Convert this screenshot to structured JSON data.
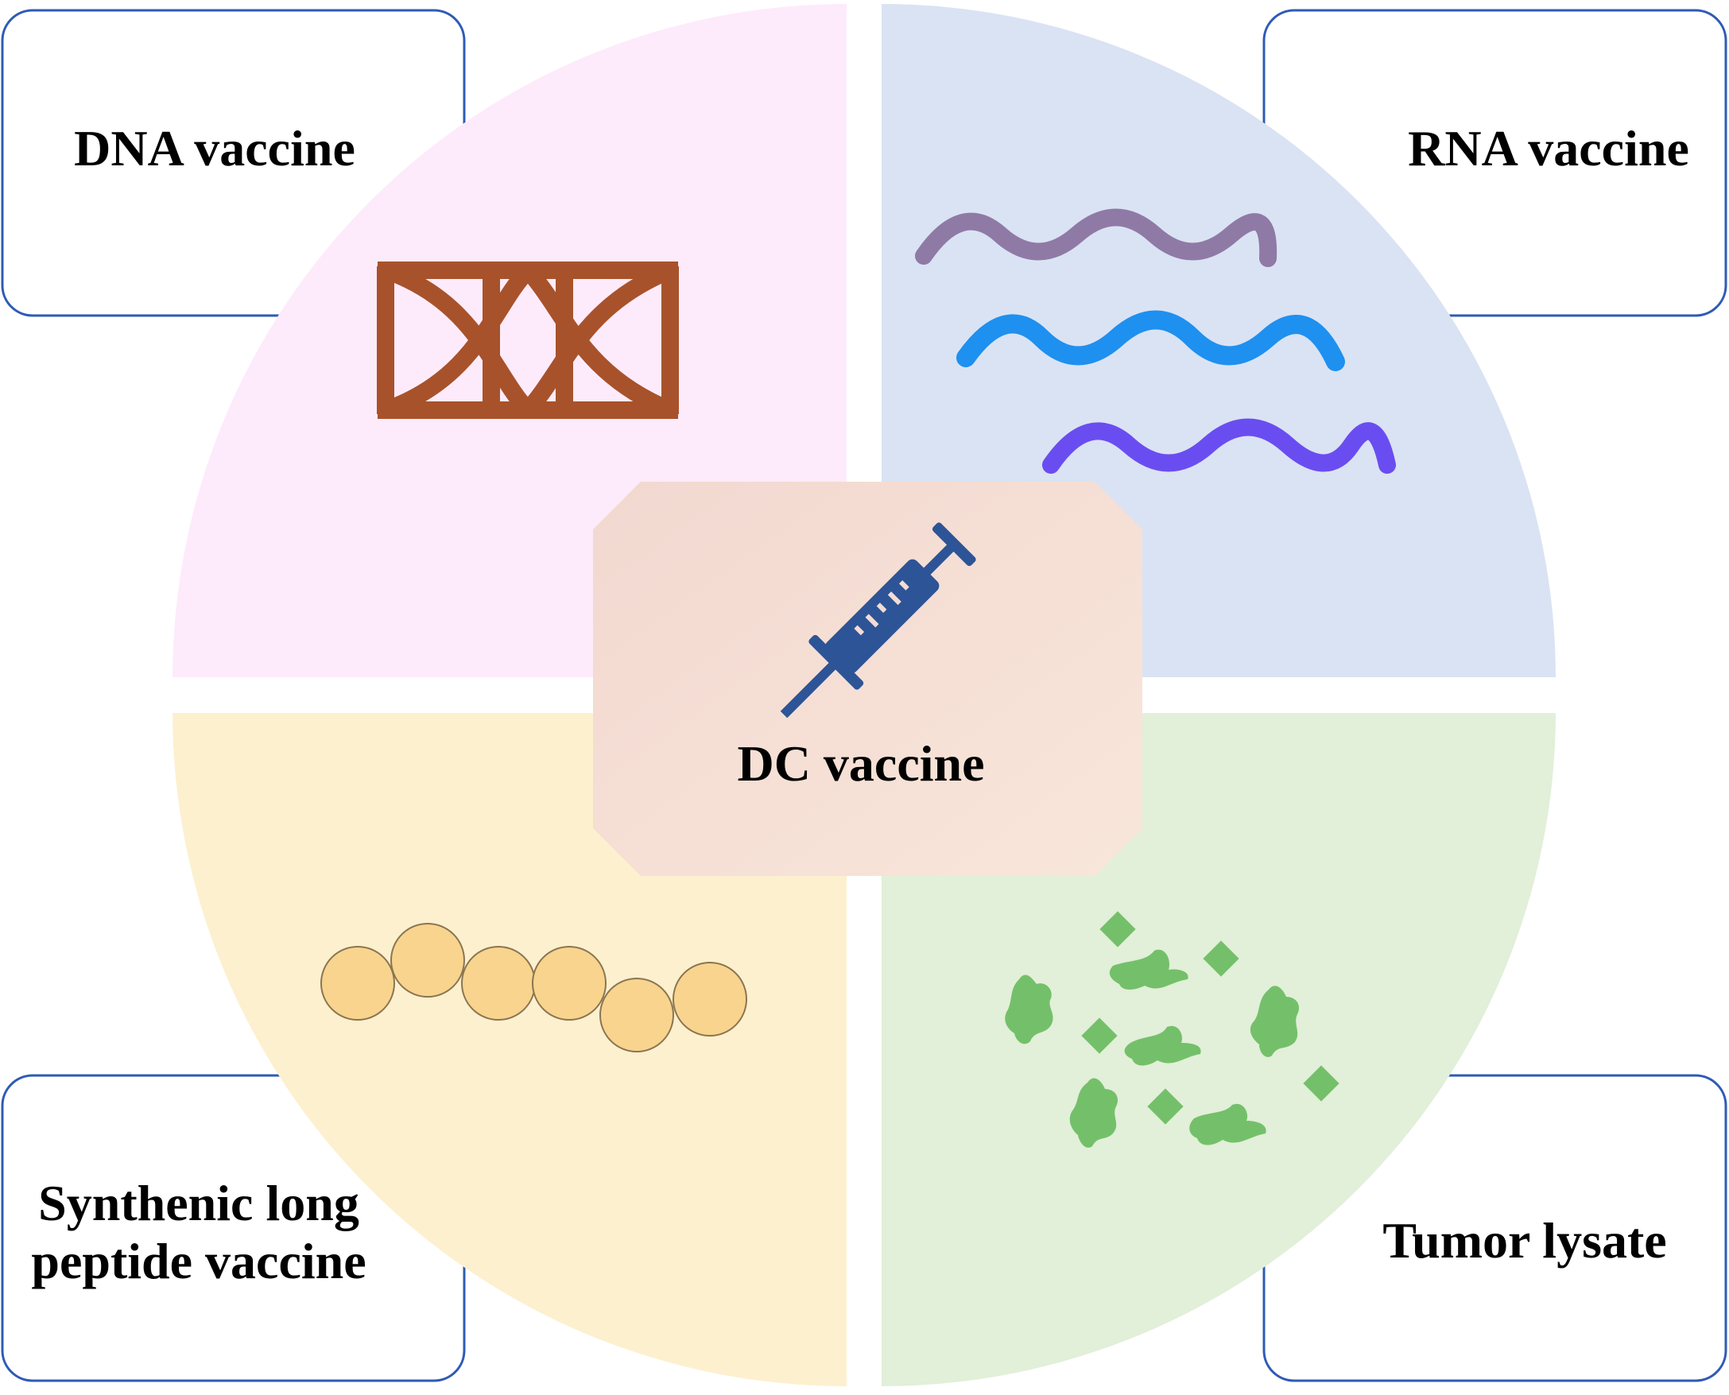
{
  "quadrants": {
    "top_left": {
      "label": "DNA vaccine",
      "fill": "#fdebfb",
      "icon": "dna-double-helix-icon",
      "icon_color": "#a8522b"
    },
    "top_right": {
      "label": "RNA vaccine",
      "fill": "#dae3f3",
      "icon": "rna-strands-icon",
      "strand_colors": [
        "#8f7aa6",
        "#1e90f0",
        "#6a4df0"
      ]
    },
    "bottom_left": {
      "label_lines": [
        "Synthenic long",
        "peptide vaccine"
      ],
      "fill": "#fdf0cf",
      "icon": "peptide-chain-icon",
      "bead_color": "#f8d48e"
    },
    "bottom_right": {
      "label": "Tumor lysate",
      "fill": "#e2efd9",
      "icon": "tumor-fragments-icon",
      "fragment_color": "#74c06a"
    }
  },
  "center": {
    "label": "DC vaccine",
    "fill": "#f4dcd4",
    "icon": "syringe-icon",
    "icon_color": "#2d5496"
  },
  "label_box_border": "#2e5bb5"
}
